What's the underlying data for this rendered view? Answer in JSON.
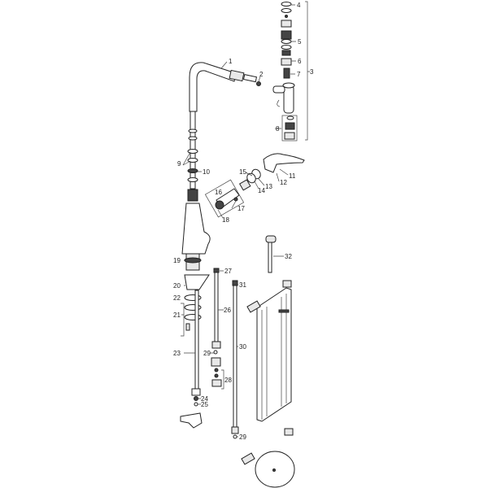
{
  "diagram": {
    "type": "exploded-parts-view",
    "labels": [
      "1",
      "2",
      "3",
      "4",
      "5",
      "6",
      "7",
      "8",
      "9",
      "10",
      "11",
      "12",
      "13",
      "14",
      "15",
      "16",
      "17",
      "18",
      "19",
      "20",
      "21",
      "22",
      "23",
      "24",
      "25",
      "26",
      "27",
      "28",
      "29",
      "29",
      "30",
      "31",
      "32"
    ]
  }
}
